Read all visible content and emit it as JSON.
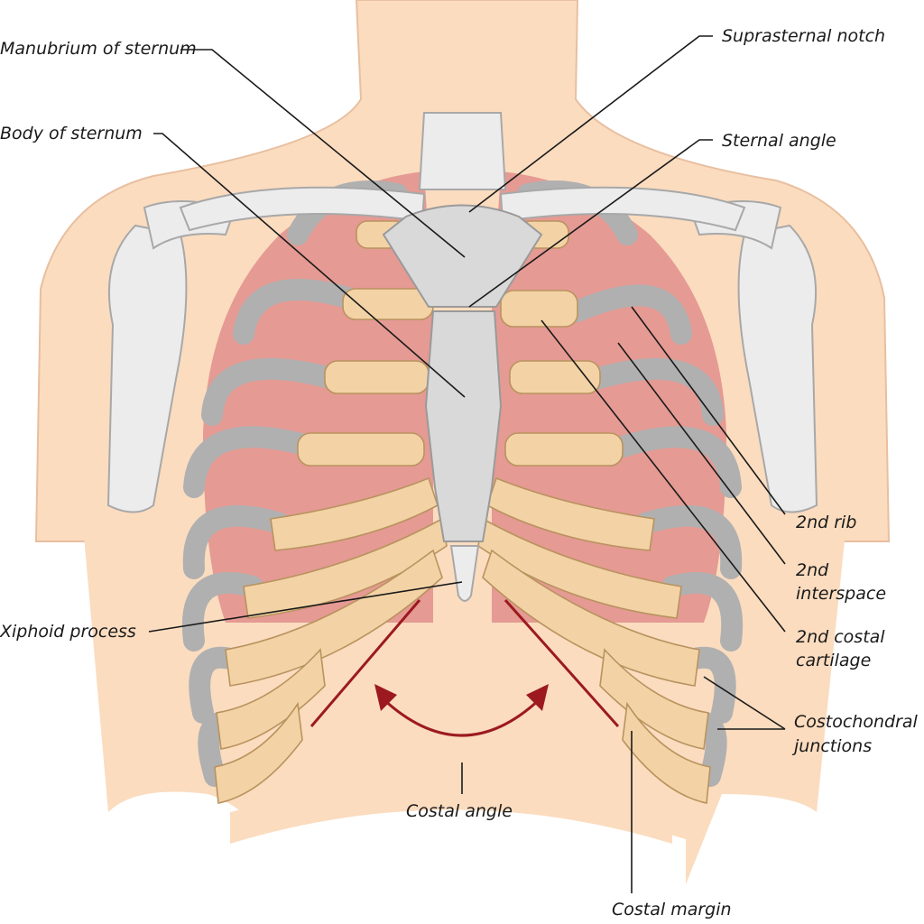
{
  "colors": {
    "skin": "#fbdcbf",
    "skin_outline": "#e8bfa0",
    "lung": "#e59a93",
    "bone": "#d9d9d9",
    "cartilage": "#f3d3a5",
    "arrow": "#9c1a1f"
  },
  "labels": {
    "manubrium": "Manubrium of sternum",
    "suprasternal_notch": "Suprasternal notch",
    "body_of_sternum": "Body of sternum",
    "sternal_angle": "Sternal angle",
    "second_rib": "2nd rib",
    "second_interspace_line1": "2nd",
    "second_interspace_line2": "interspace",
    "second_costal_cartilage_line1": "2nd costal",
    "second_costal_cartilage_line2": "cartilage",
    "xiphoid_process": "Xiphoid process",
    "costochondral_line1": "Costochondral",
    "costochondral_line2": "junctions",
    "costal_angle": "Costal angle",
    "costal_margin": "Costal margin"
  }
}
